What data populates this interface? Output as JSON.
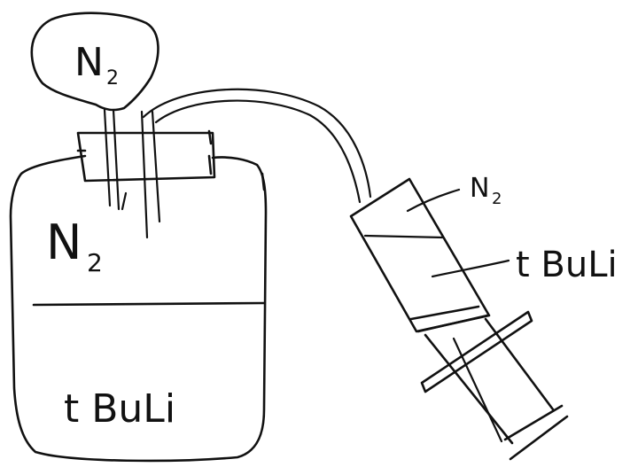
{
  "labels": {
    "balloon_gas": {
      "main": "N",
      "sub": "2"
    },
    "headspace_gas": {
      "main": "N",
      "sub": "2"
    },
    "bottle_liquid": "t BuLi",
    "syringe_gas": {
      "main": "N",
      "sub": "2"
    },
    "syringe_liquid": "t BuLi"
  },
  "colors": {
    "ink": "#111111",
    "background": "#ffffff"
  }
}
